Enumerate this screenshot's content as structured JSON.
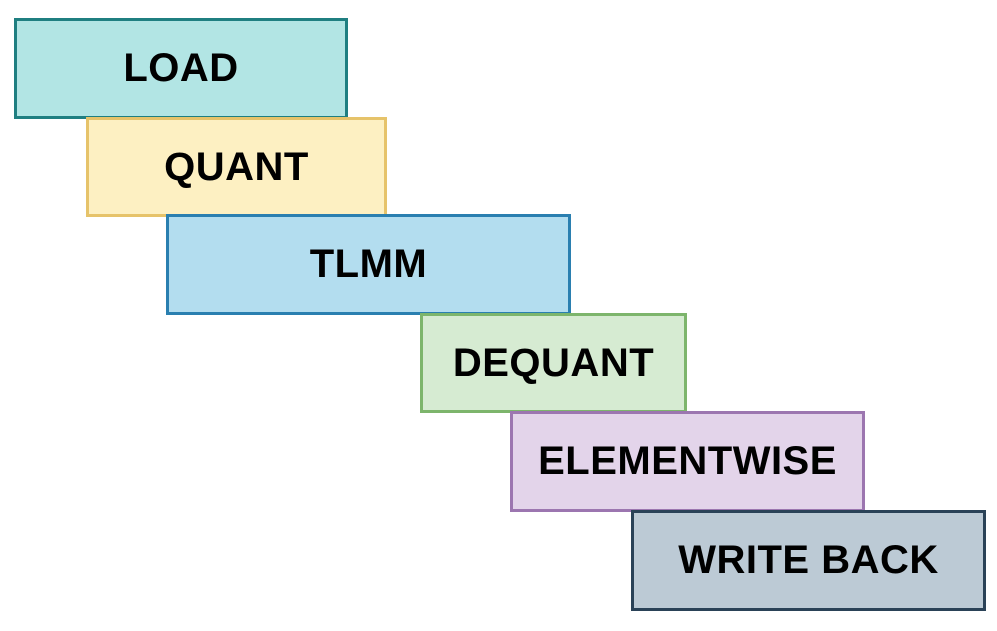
{
  "stages": [
    {
      "id": "load",
      "label": "LOAD",
      "fill": "#b2e5e4",
      "border": "#1f7f81"
    },
    {
      "id": "quant",
      "label": "QUANT",
      "fill": "#fdf0c2",
      "border": "#e6c36a"
    },
    {
      "id": "tlmm",
      "label": "TLMM",
      "fill": "#b3ddef",
      "border": "#2a7fb0"
    },
    {
      "id": "dequant",
      "label": "DEQUANT",
      "fill": "#d6ebd2",
      "border": "#7db56c"
    },
    {
      "id": "elementwise",
      "label": "ELEMENTWISE",
      "fill": "#e3d4ea",
      "border": "#9c76b0"
    },
    {
      "id": "writeback",
      "label": "WRITE BACK",
      "fill": "#bccad5",
      "border": "#2a4257"
    }
  ]
}
